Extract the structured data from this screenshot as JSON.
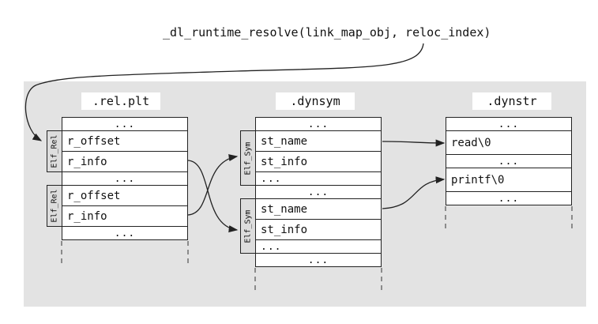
{
  "call": "_dl_runtime_resolve(link_map_obj, reloc_index)",
  "ellipsis": "...",
  "rel_plt": {
    "title": ".rel.plt",
    "tag": "Elf_Rel",
    "f1": "r_offset",
    "f2": "r_info"
  },
  "dynsym": {
    "title": ".dynsym",
    "tag": "Elf_Sym",
    "f1": "st_name",
    "f2": "st_info"
  },
  "dynstr": {
    "title": ".dynstr",
    "s1": "read\\0",
    "s2": "printf\\0"
  },
  "colors": {
    "panel": "#e3e3e3",
    "tag": "#dddddd",
    "line": "#222222"
  }
}
